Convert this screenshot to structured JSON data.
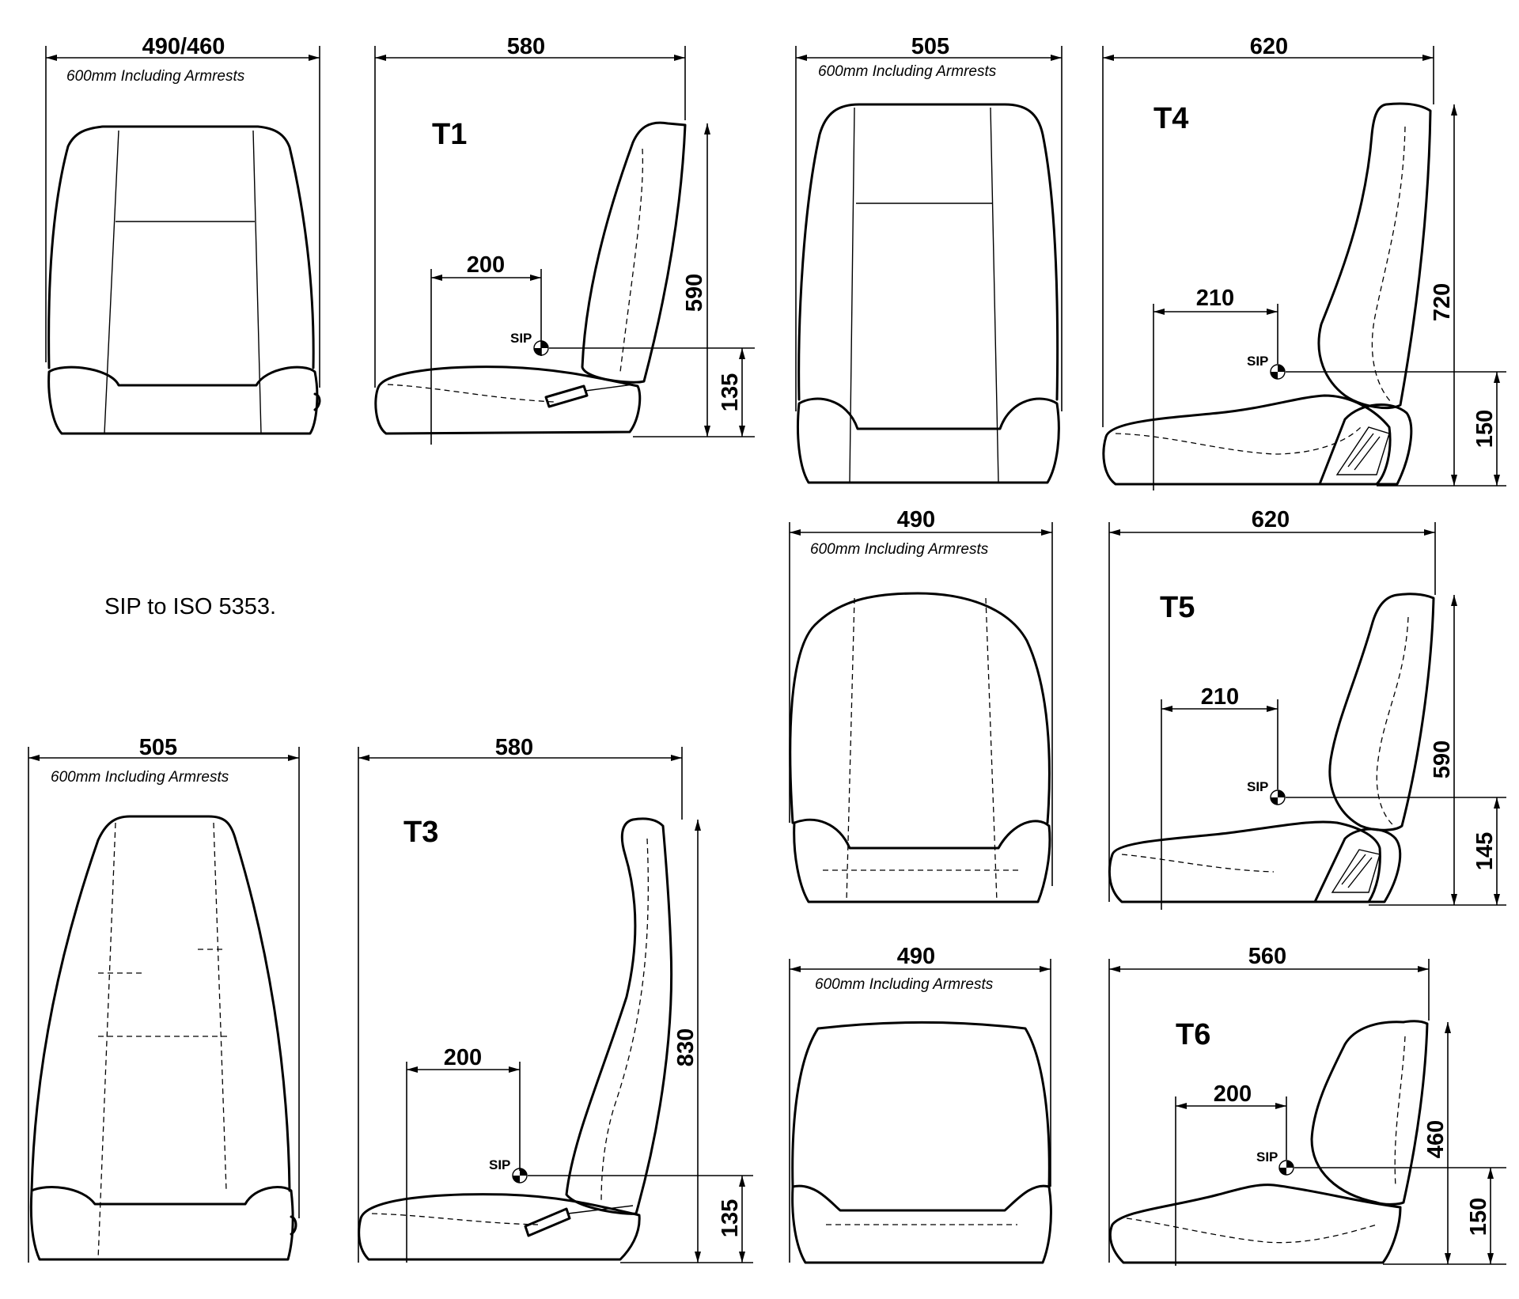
{
  "note": "SIP to ISO 5353.",
  "sip_label": "SIP",
  "seats": [
    {
      "label": "T1",
      "front_width": "490/460",
      "front_note": "600mm Including Armrests",
      "side_depth": "580",
      "sip_offset": "200",
      "back_height": "590",
      "sip_height": "135"
    },
    {
      "label": "T3",
      "front_width": "505",
      "front_note": "600mm Including Armrests",
      "side_depth": "580",
      "sip_offset": "200",
      "back_height": "830",
      "sip_height": "135"
    },
    {
      "label": "T4",
      "front_width": "505",
      "front_note": "600mm Including Armrests",
      "side_depth": "620",
      "sip_offset": "210",
      "back_height": "720",
      "sip_height": "150"
    },
    {
      "label": "T5",
      "front_width": "490",
      "front_note": "600mm Including Armrests",
      "side_depth": "620",
      "sip_offset": "210",
      "back_height": "590",
      "sip_height": "145"
    },
    {
      "label": "T6",
      "front_width": "490",
      "front_note": "600mm Including Armrests",
      "side_depth": "560",
      "sip_offset": "200",
      "back_height": "460",
      "sip_height": "150"
    }
  ]
}
